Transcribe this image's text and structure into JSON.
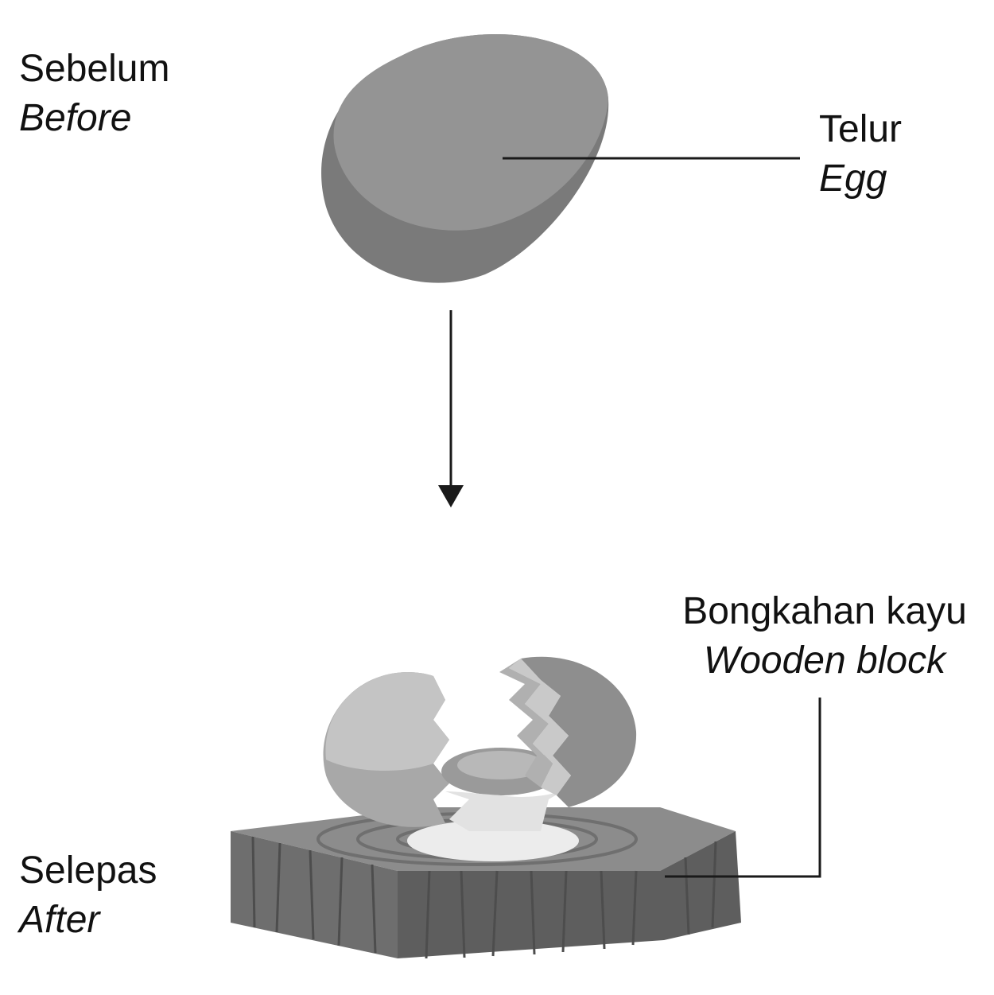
{
  "labels": {
    "before": {
      "malay": "Sebelum",
      "english": "Before"
    },
    "egg": {
      "malay": "Telur",
      "english": "Egg"
    },
    "wooden_block": {
      "malay": "Bongkahan kayu",
      "english": "Wooden block"
    },
    "after": {
      "malay": "Selepas",
      "english": "After"
    }
  },
  "colors": {
    "egg_light": "#949494",
    "egg_shadow": "#7a7a7a",
    "wood_top": "#8c8c8c",
    "wood_side": "#6e6e6e",
    "shell_light": "#c4c4c4",
    "egg_white": "#ececec",
    "line": "#1a1a1a"
  }
}
